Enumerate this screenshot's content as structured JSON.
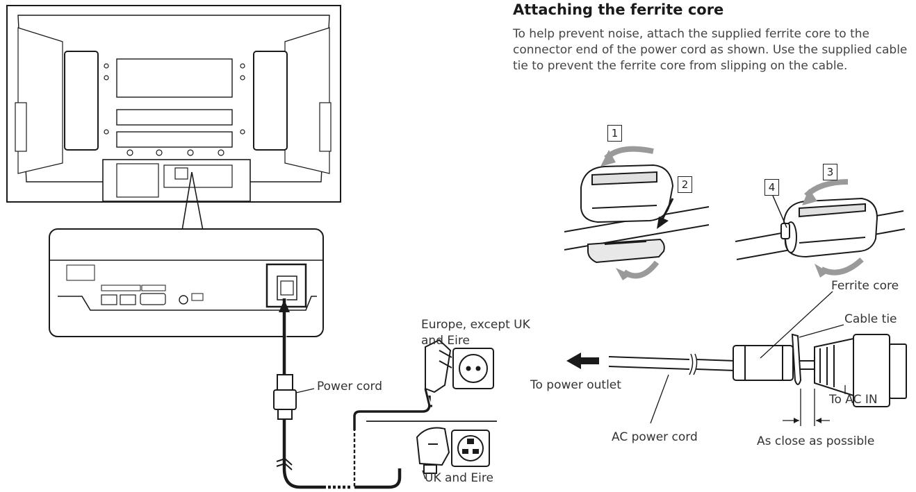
{
  "heading": "Attaching the ferrite core",
  "instructions": "To help prevent noise, attach the supplied ferrite core to the connector end of the power cord as shown. Use the supplied cable tie to prevent the ferrite core from slipping on the cable.",
  "steps": [
    "1",
    "2",
    "3",
    "4"
  ],
  "labels": {
    "power_cord": "Power cord",
    "europe": "Europe, except UK",
    "europe_line2": "and Eire",
    "uk": "UK and Eire",
    "ferrite_core": "Ferrite core",
    "cable_tie": "Cable tie",
    "to_power_outlet": "To power outlet",
    "to_ac_in": "To AC IN",
    "ac_power_cord": "AC power cord",
    "as_close": "As close as possible"
  },
  "colors": {
    "line": "#1a1a1a",
    "fill": "#ffffff",
    "shade": "#d9d9d9",
    "arrow": "#9a9a9a"
  }
}
